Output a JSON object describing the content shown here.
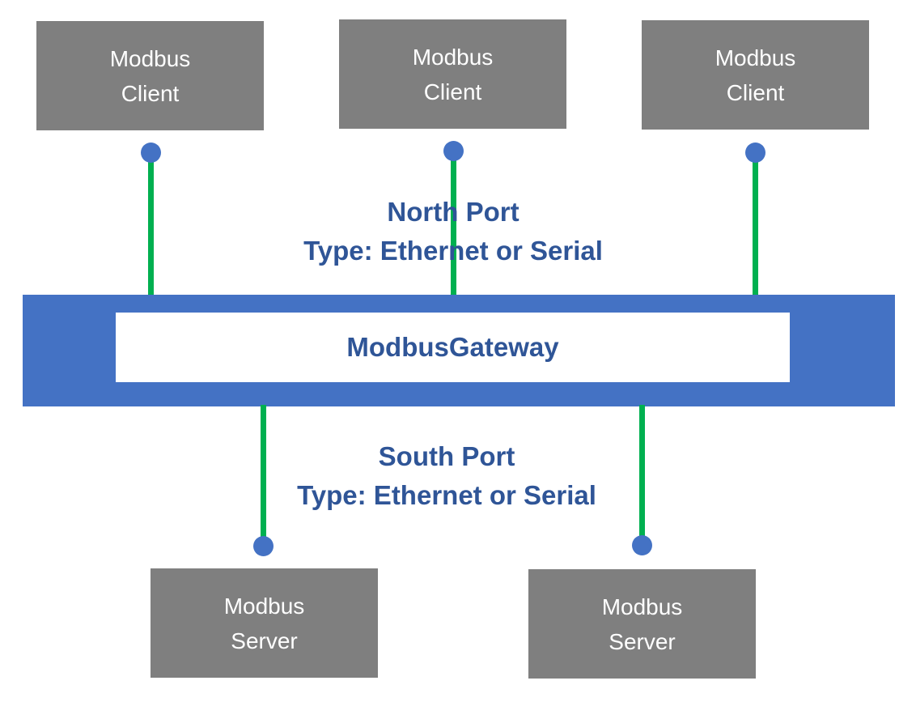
{
  "colors": {
    "box_gray": "#7f7f7f",
    "bar_blue": "#4472c4",
    "line_green": "#00b050",
    "label_blue": "#2f5597",
    "node_text": "#ffffff"
  },
  "nodes": {
    "clients": [
      {
        "label": "Modbus\nClient"
      },
      {
        "label": "Modbus\nClient"
      },
      {
        "label": "Modbus\nClient"
      }
    ],
    "gateway": {
      "label": "ModbusGateway"
    },
    "servers": [
      {
        "label": "Modbus\nServer"
      },
      {
        "label": "Modbus\nServer"
      }
    ]
  },
  "labels": {
    "north_port": "North Port\nType: Ethernet or Serial",
    "south_port": "South Port\nType: Ethernet or Serial"
  }
}
